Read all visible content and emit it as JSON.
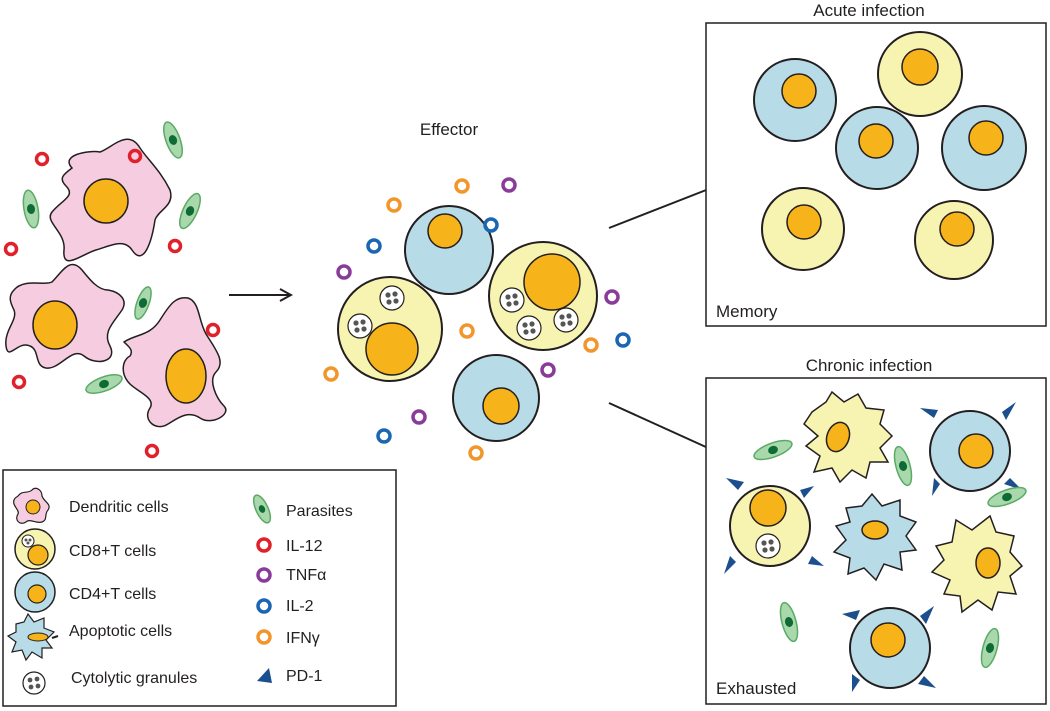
{
  "stages": {
    "effector": "Effector",
    "acute": "Acute infection",
    "memory": "Memory",
    "chronic": "Chronic infection",
    "exhausted": "Exhausted"
  },
  "legend": {
    "cells": [
      {
        "icon": "dendritic",
        "label": "Dendritic cells"
      },
      {
        "icon": "cd8",
        "label": "CD8+T cells"
      },
      {
        "icon": "cd4",
        "label": "CD4+T cells"
      },
      {
        "icon": "apoptotic",
        "label": "Apoptotic cells"
      },
      {
        "icon": "granule",
        "label": "Cytolytic granules"
      }
    ],
    "molecules": [
      {
        "icon": "parasite",
        "label": "Parasites",
        "color": "#5aaa66"
      },
      {
        "icon": "ring",
        "label": "IL-12",
        "color": "#e0202a"
      },
      {
        "icon": "ring",
        "label": "TNFα",
        "color": "#8a3b9a"
      },
      {
        "icon": "ring",
        "label": "IL-2",
        "color": "#1a66b3"
      },
      {
        "icon": "ring",
        "label": "IFNγ",
        "color": "#f2962b"
      },
      {
        "icon": "triangle",
        "label": "PD-1",
        "color": "#1b4f8e"
      }
    ]
  },
  "colors": {
    "dendritic_fill": "#f6cde0",
    "cd8_fill": "#f7f3b0",
    "cd4_fill": "#b8dbe8",
    "nucleus": "#f7b31a",
    "parasite": "#5aaa66",
    "parasite_core": "#0f6b35",
    "il12": "#e0202a",
    "tnfa": "#8a3b9a",
    "il2": "#1a66b3",
    "ifng": "#f2962b",
    "pd1": "#1b4f8e"
  }
}
